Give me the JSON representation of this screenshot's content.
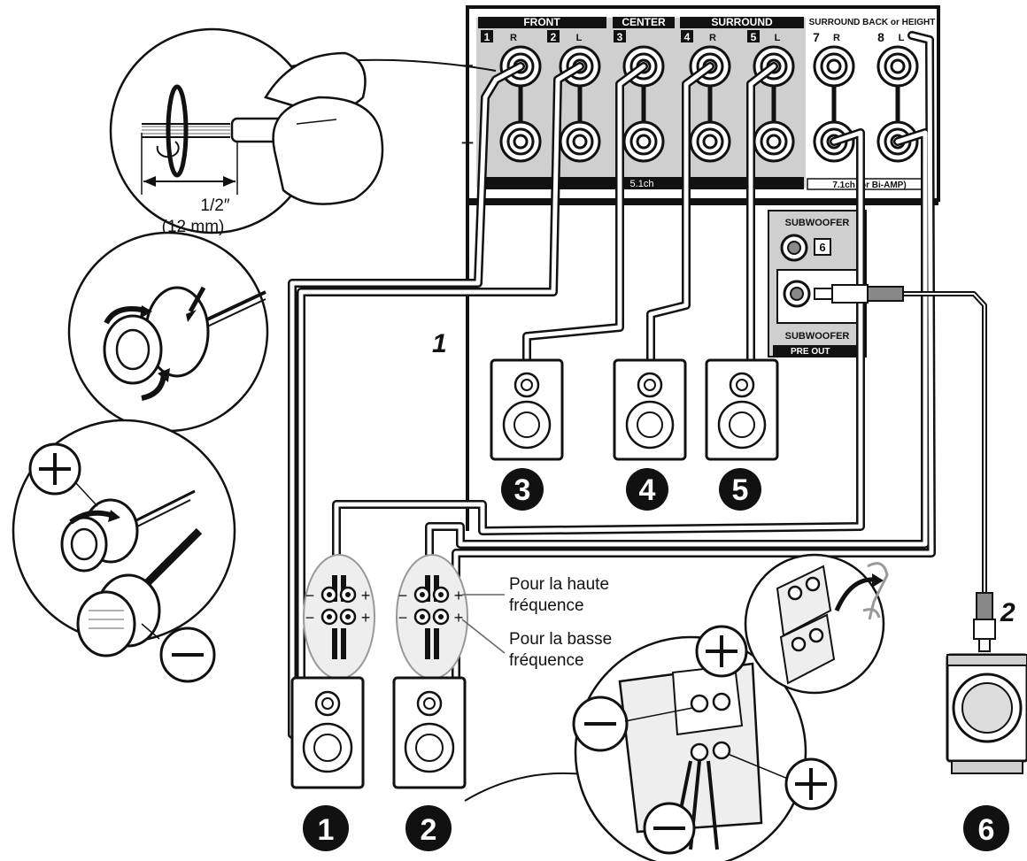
{
  "panel": {
    "front": "FRONT",
    "center": "CENTER",
    "surround": "SURROUND",
    "surround_back": "SURROUND BACK or HEIGHT",
    "ch_51": "5.1ch",
    "ch_71": "7.1ch (or Bi-AMP)",
    "subwoofer": "SUBWOOFER",
    "pre_out": "PRE OUT",
    "sub_index": "6",
    "terminals": [
      {
        "num": "1",
        "side": "R"
      },
      {
        "num": "2",
        "side": "L"
      },
      {
        "num": "3",
        "side": ""
      },
      {
        "num": "4",
        "side": "R"
      },
      {
        "num": "5",
        "side": "L"
      },
      {
        "num": "7",
        "side": "R"
      },
      {
        "num": "8",
        "side": "L"
      }
    ],
    "plus": "+",
    "minus": "−"
  },
  "strip": {
    "length_in": "1/2″",
    "length_mm": "(12 mm)"
  },
  "steps": [
    "1",
    "2"
  ],
  "speaker_numbers": [
    "1",
    "2",
    "3",
    "4",
    "5",
    "6"
  ],
  "biamp": {
    "high_line1": "Pour la haute",
    "high_line2": "fréquence",
    "low_line1": "Pour la basse",
    "low_line2": "fréquence"
  },
  "symbols": {
    "plus": "+",
    "minus": "−"
  }
}
